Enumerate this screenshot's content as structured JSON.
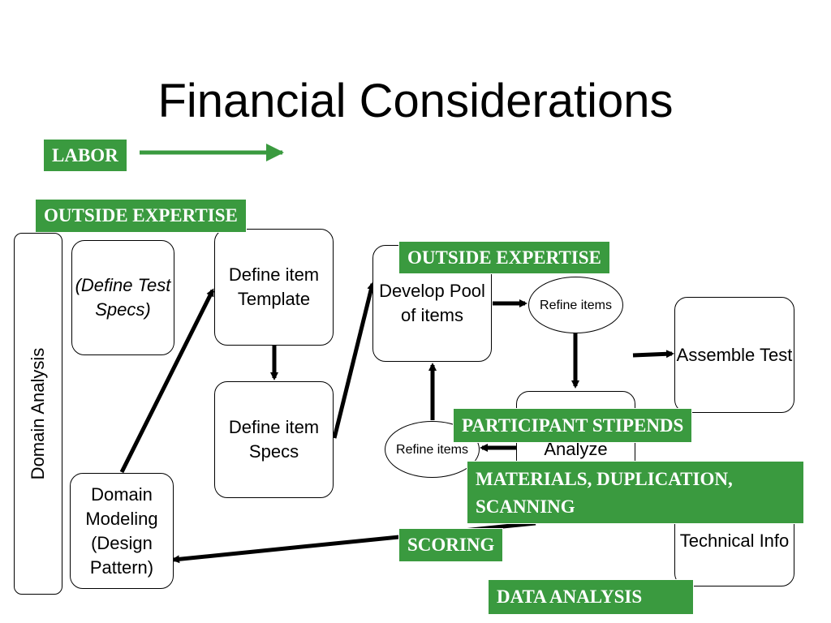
{
  "title": "Financial Considerations",
  "colors": {
    "tag_bg": "#3a9a3f",
    "tag_text": "#ffffff",
    "labor_arrow": "#3a9a3f"
  },
  "side_label": "Domain Analysis",
  "nodes": {
    "define_test_specs": "(Define Test Specs)",
    "define_item_template": "Define item Template",
    "define_item_specs": "Define item Specs",
    "develop_pool": "Develop Pool of items",
    "refine_items_top": "Refine items",
    "refine_items_bottom": "Refine items",
    "assemble_test": "Assemble Test",
    "collect_analyze": "Collect / Analyze Validity",
    "technical_info": "Technical Info",
    "domain_modeling": "Domain Modeling (Design Pattern)"
  },
  "tags": {
    "labor": "LABOR",
    "outside_expertise_1": "OUTSIDE EXPERTISE",
    "outside_expertise_2": "OUTSIDE EXPERTISE",
    "participant_stipends": "PARTICIPANT STIPENDS",
    "materials_line1": "MATERIALS, DUPLICATION,",
    "materials_line2": "SCANNING",
    "scoring": "SCORING",
    "data_analysis": "DATA ANALYSIS"
  }
}
